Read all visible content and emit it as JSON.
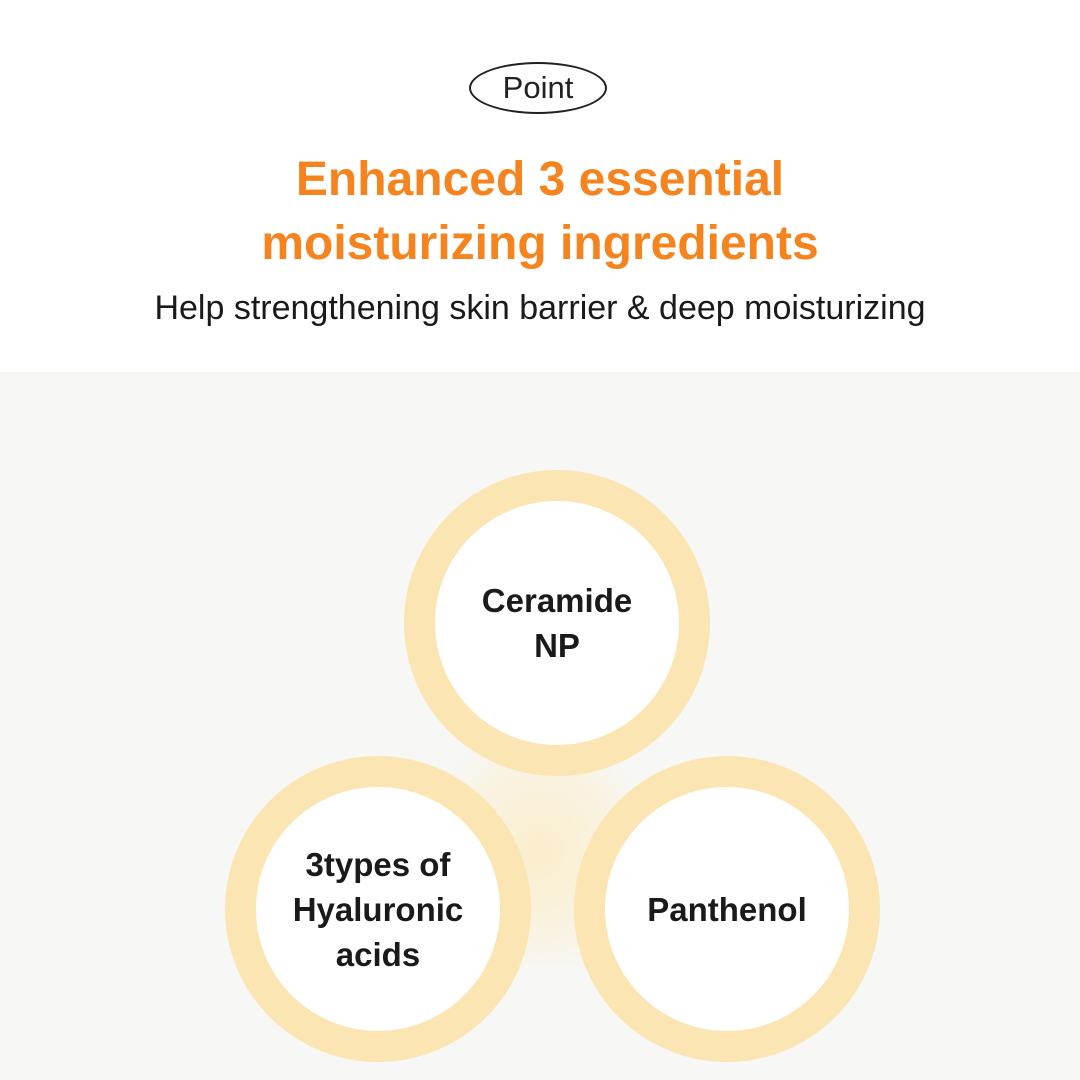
{
  "badge": {
    "label": "Point"
  },
  "headline": {
    "line1": "Enhanced 3 essential",
    "line2": "moisturizing ingredients"
  },
  "subtitle": "Help strengthening skin barrier & deep moisturizing",
  "ingredients": [
    {
      "label": "Ceramide\nNP"
    },
    {
      "label": "3types of\nHyaluronic\nacids"
    },
    {
      "label": "Panthenol"
    }
  ],
  "colors": {
    "accent": "#f5841f",
    "ring": "#fbe5b3",
    "text": "#1a1a1a"
  }
}
